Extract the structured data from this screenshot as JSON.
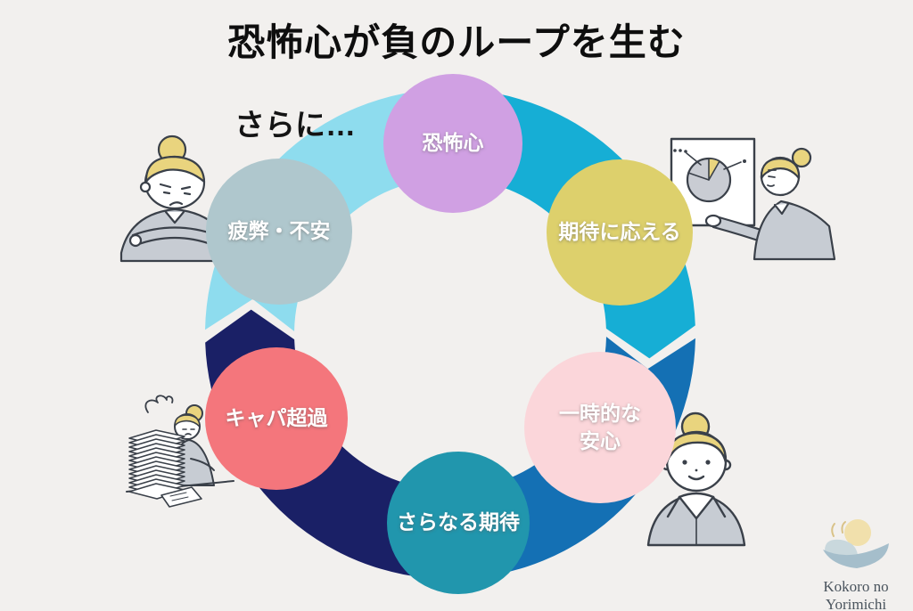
{
  "page": {
    "background": "#f2f0ee"
  },
  "title": "恐怖心が負のループを生む",
  "annotation": "さらに…",
  "cycle": {
    "direction": "clockwise",
    "label_color": "#ffffff",
    "nodes": [
      {
        "label": "恐怖心",
        "color": "#d0a0e3"
      },
      {
        "label": "期待に応える",
        "color": "#ddd06c"
      },
      {
        "label": "一時的な\n安心",
        "color": "#fbd6da"
      },
      {
        "label": "さらなる期待",
        "color": "#2196ad"
      },
      {
        "label": "キャパ超過",
        "color": "#f4767c"
      },
      {
        "label": "疲弊・不安",
        "color": "#afc7cd"
      }
    ],
    "ring": {
      "top_left": "#8edcee",
      "top_right": "#16aed5",
      "bottom_right": "#1470b4",
      "bottom_left": "#1a2066"
    }
  },
  "illustrations": {
    "top_left": "tired-woman-crossed-arms",
    "top_right": "presenter-pointing-pie-chart",
    "bottom_left": "overwhelmed-paper-stack",
    "bottom_right": "smiling-businesswoman"
  },
  "logo": {
    "line1": "Kokoro no",
    "line2": "Yorimichi",
    "text_color": "#4a545d"
  }
}
